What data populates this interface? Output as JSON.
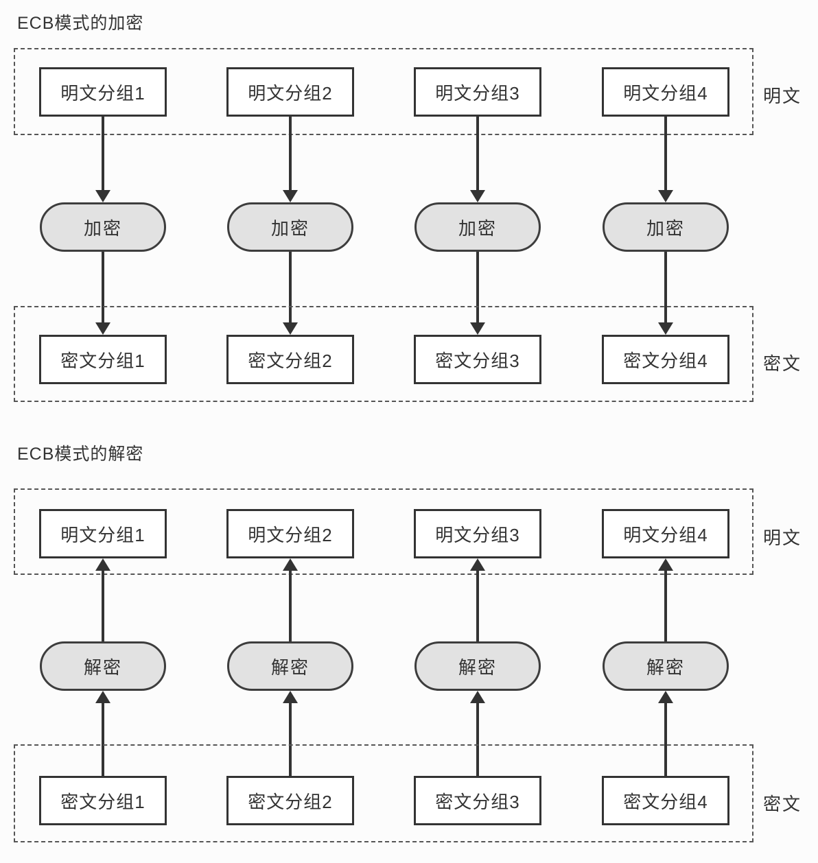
{
  "colors": {
    "background": "#fcfcfc",
    "box-fill": "#ffffff",
    "box-border": "#333333",
    "pill-fill": "#e2e2e2",
    "pill-border": "#3d3d3d",
    "dashed-border": "#555555",
    "arrow": "#333333",
    "text": "#333333"
  },
  "sections": [
    {
      "title": "ECB模式的加密",
      "flow": "top-to-bottom",
      "top_label": "明文",
      "bottom_label": "密文",
      "top_boxes": [
        "明文分组1",
        "明文分组2",
        "明文分组3",
        "明文分组4"
      ],
      "pill_labels": [
        "加密",
        "加密",
        "加密",
        "加密"
      ],
      "bottom_boxes": [
        "密文分组1",
        "密文分组2",
        "密文分组3",
        "密文分组4"
      ]
    },
    {
      "title": "ECB模式的解密",
      "flow": "bottom-to-top",
      "top_label": "明文",
      "bottom_label": "密文",
      "top_boxes": [
        "明文分组1",
        "明文分组2",
        "明文分组3",
        "明文分组4"
      ],
      "pill_labels": [
        "解密",
        "解密",
        "解密",
        "解密"
      ],
      "bottom_boxes": [
        "密文分组1",
        "密文分组2",
        "密文分组3",
        "密文分组4"
      ]
    }
  ]
}
